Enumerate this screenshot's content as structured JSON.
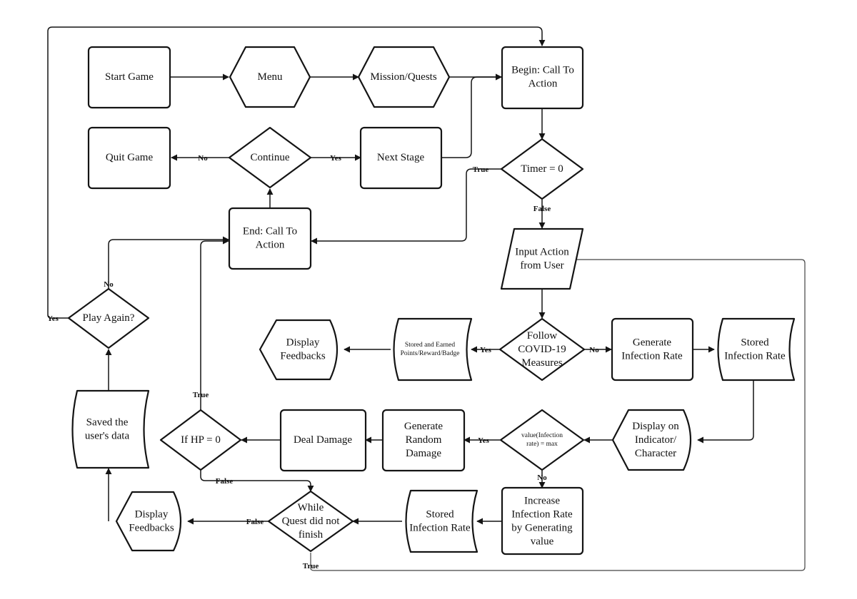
{
  "diagram": {
    "nodes": {
      "start_game": {
        "label": "Start Game",
        "shape": "process"
      },
      "menu": {
        "label": "Menu",
        "shape": "hexagon"
      },
      "missions": {
        "label": "Mission/Quests",
        "shape": "hexagon"
      },
      "begin_cta": {
        "label": [
          "Begin: Call To",
          "Action"
        ],
        "shape": "process"
      },
      "quit_game": {
        "label": "Quit Game",
        "shape": "process"
      },
      "continue": {
        "label": "Continue",
        "shape": "decision"
      },
      "next_stage": {
        "label": "Next Stage",
        "shape": "process"
      },
      "timer": {
        "label": "Timer = 0",
        "shape": "decision"
      },
      "end_cta": {
        "label": [
          "End: Call To",
          "Action"
        ],
        "shape": "process"
      },
      "input_action": {
        "label": [
          "Input Action",
          "from User"
        ],
        "shape": "data"
      },
      "play_again": {
        "label": "Play Again?",
        "shape": "decision"
      },
      "display_feedbacks_top": {
        "label": [
          "Display",
          "Feedbacks"
        ],
        "shape": "display"
      },
      "stored_points": {
        "label": [
          "Stored and Earned",
          "Points/Reward/Badge"
        ],
        "shape": "stored"
      },
      "follow_measures": {
        "label": [
          "Follow",
          "COVID-19",
          "Measures"
        ],
        "shape": "decision"
      },
      "generate_rate": {
        "label": [
          "Generate",
          "Infection Rate"
        ],
        "shape": "process"
      },
      "stored_rate_top": {
        "label": [
          "Stored",
          "Infection Rate"
        ],
        "shape": "stored"
      },
      "saved_data": {
        "label": [
          "Saved the",
          "user's data"
        ],
        "shape": "stored"
      },
      "if_hp": {
        "label": "If HP = 0",
        "shape": "decision"
      },
      "deal_damage": {
        "label": "Deal Damage",
        "shape": "process"
      },
      "random_damage": {
        "label": [
          "Generate",
          "Random",
          "Damage"
        ],
        "shape": "process"
      },
      "value_max": {
        "label": [
          "value(Infection",
          "rate) = max"
        ],
        "shape": "decision"
      },
      "display_indicator": {
        "label": [
          "Display on",
          "Indicator/",
          "Character"
        ],
        "shape": "display"
      },
      "display_feedbacks_bottom": {
        "label": [
          "Display",
          "Feedbacks"
        ],
        "shape": "display"
      },
      "while_quest": {
        "label": [
          "While",
          "Quest did not",
          "finish"
        ],
        "shape": "decision"
      },
      "stored_rate_bottom": {
        "label": [
          "Stored",
          "Infection Rate"
        ],
        "shape": "stored"
      },
      "increase_rate": {
        "label": [
          "Increase",
          "Infection Rate",
          "by Generating",
          "value"
        ],
        "shape": "process"
      }
    },
    "edge_labels": {
      "continue_no": "No",
      "continue_yes": "Yes",
      "timer_true": "True",
      "timer_false": "False",
      "play_again_no": "No",
      "play_again_yes": "Yes",
      "measures_yes": "Yes",
      "measures_no": "No",
      "hp_true": "True",
      "hp_false": "False",
      "max_yes": "Yes",
      "max_no": "No",
      "quest_false": "False",
      "quest_true": "True"
    },
    "colors": {
      "stroke": "#141414",
      "fill": "#ffffff",
      "text": "#111111"
    }
  }
}
